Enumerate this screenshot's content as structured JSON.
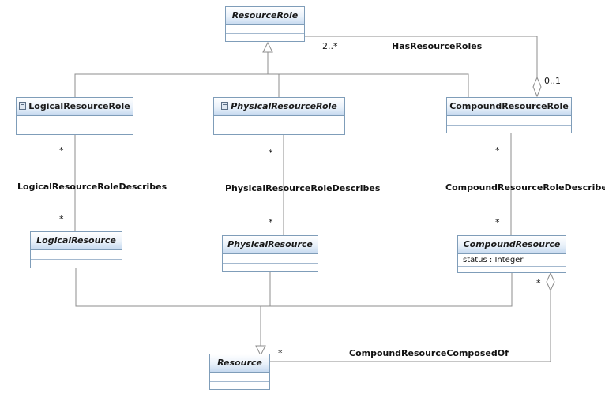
{
  "classes": {
    "resource_role": {
      "name": "ResourceRole"
    },
    "logical_resource_role": {
      "name": "LogicalResourceRole"
    },
    "physical_resource_role": {
      "name": "PhysicalResourceRole"
    },
    "compound_resource_role": {
      "name": "CompoundResourceRole"
    },
    "logical_resource": {
      "name": "LogicalResource"
    },
    "physical_resource": {
      "name": "PhysicalResource"
    },
    "compound_resource": {
      "name": "CompoundResource",
      "attribute": "status : Integer"
    },
    "resource": {
      "name": "Resource"
    }
  },
  "associations": {
    "has_resource_roles": {
      "label": "HasResourceRoles",
      "mult_source": "2..*",
      "mult_target": "0..1"
    },
    "logical_describes": {
      "label": "LogicalResourceRoleDescribes",
      "mult_top": "*",
      "mult_bottom": "*"
    },
    "physical_describes": {
      "label": "PhysicalResourceRoleDescribes",
      "mult_top": "*",
      "mult_bottom": "*"
    },
    "compound_describes": {
      "label": "CompoundResourceRoleDescribes",
      "mult_top": "*",
      "mult_bottom": "*"
    },
    "composed_of": {
      "label": "CompoundResourceComposedOf",
      "mult_whole": "*",
      "mult_part": "*"
    }
  }
}
